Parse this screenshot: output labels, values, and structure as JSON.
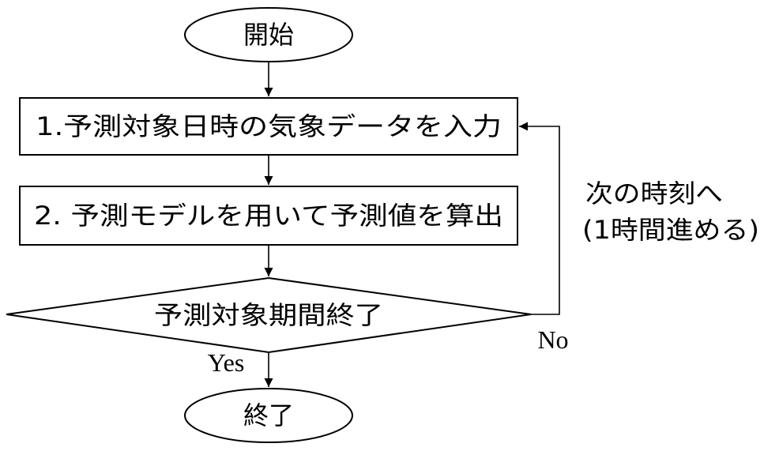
{
  "flowchart": {
    "start": {
      "label": "開始"
    },
    "step1": {
      "label": "1.予測対象日時の気象データを入力"
    },
    "step2": {
      "label": "2. 予測モデルを用いて予測値を算出"
    },
    "decision": {
      "label": "予測対象期間終了"
    },
    "end": {
      "label": "終了"
    },
    "yes_label": "Yes",
    "no_label": "No",
    "loop_note": {
      "line1": "次の時刻へ",
      "line2": "(1時間進める)"
    }
  }
}
